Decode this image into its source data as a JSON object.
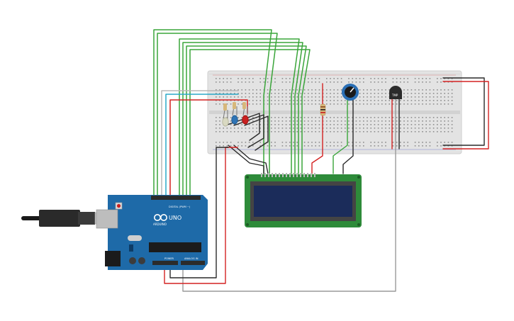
{
  "arduino": {
    "brand": "ARDUINO",
    "model": "UNO",
    "digital_label": "DIGITAL (PWM ~)",
    "power_label": "POWER",
    "analog_label": "ANALOG IN",
    "icon": "arduino-logo-icon"
  },
  "sensor": {
    "label": "TMP"
  },
  "components": {
    "usb_cable": "usb-plug-icon",
    "potentiometer": "potentiometer-icon",
    "lcd": "lcd-16x2-display",
    "leds": [
      "yellow",
      "blue",
      "red"
    ]
  },
  "colors": {
    "board": "#1e6aa8",
    "breadboard": "#e3e3e3",
    "wire_green": "#3aa53a",
    "wire_red": "#d42222",
    "wire_black": "#2a2a2a",
    "wire_gray": "#9a9a9a",
    "wire_cyan": "#2aa8c8",
    "lcd_screen": "#1b2c5a",
    "lcd_pcb": "#2e8b3a"
  }
}
